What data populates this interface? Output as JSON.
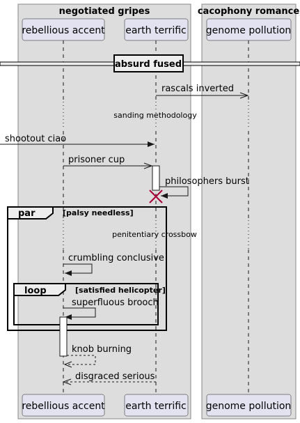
{
  "boxes": [
    {
      "title": "negotiated gripes",
      "fill": "#dddddd"
    },
    {
      "title": "cacophony romance",
      "fill": "#dddddd"
    }
  ],
  "participants": [
    {
      "name": "rebellious accent"
    },
    {
      "name": "earth terrific"
    },
    {
      "name": "genome pollution"
    }
  ],
  "divider": {
    "label": "absurd fused"
  },
  "messages": [
    {
      "label": "rascals inverted"
    },
    {
      "label": "shootout ciao"
    },
    {
      "label": "prisoner cup"
    },
    {
      "label": "philosophers burst"
    },
    {
      "label": "crumbling conclusive"
    },
    {
      "label": "superfluous brooch"
    },
    {
      "label": "knob burning"
    },
    {
      "label": "disgraced serious"
    }
  ],
  "delays": [
    {
      "label": "sanding methodology"
    },
    {
      "label": "penitentiary crossbow"
    }
  ],
  "fragments": [
    {
      "kind": "par",
      "condition": "[palsy needless]"
    },
    {
      "kind": "loop",
      "condition": "[satisfied helicopter]"
    }
  ],
  "colors": {
    "participant_fill": "#e2e2f0",
    "participant_stroke": "#181818",
    "box_fill": "#dddddd",
    "box_stroke": "#888888",
    "line": "#181818",
    "destroy": "#a80036"
  }
}
